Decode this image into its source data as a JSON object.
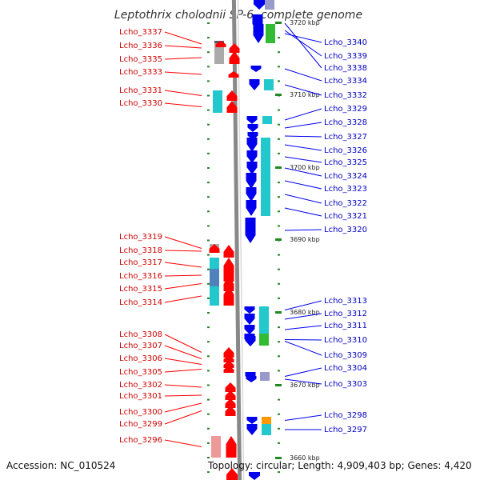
{
  "title": "Leptothrix cholodnii SP-6, complete genome",
  "footer": {
    "accession": "Accession: NC_010524",
    "summary": "Topology: circular; Length: 4,909,403 bp; Genes: 4,420"
  },
  "colors": {
    "reverse_strand": "#ff0000",
    "forward_strand": "#0000ee",
    "label_reverse": "#cc0000",
    "label_forward": "#0000bb",
    "backbone": "#888888",
    "tick": "#228822",
    "cog_cyan": "#22c8cc",
    "cog_steel": "#4f81bd",
    "cog_green": "#33bb33",
    "cog_gray": "#aaaaaa",
    "cog_dark": "#555566",
    "cog_orange": "#ff9900",
    "cog_lavender": "#9999cc",
    "cog_pink": "#ee9999"
  },
  "scale_labels": [
    {
      "text": "3720 kbp",
      "kbp": 3720
    },
    {
      "text": "3710 kbp",
      "kbp": 3710
    },
    {
      "text": "3700 kbp",
      "kbp": 3700
    },
    {
      "text": "3690 kbp",
      "kbp": 3690
    },
    {
      "text": "3680 kbp",
      "kbp": 3680
    },
    {
      "text": "3670 kbp",
      "kbp": 3670
    },
    {
      "text": "3660 kbp",
      "kbp": 3660
    }
  ],
  "genes_reverse": [
    {
      "name": "Lcho_3337",
      "cog": "cog_dark"
    },
    {
      "name": "Lcho_3336",
      "cog": "cog_gray"
    },
    {
      "name": "Lcho_3335",
      "cog": "cog_gray"
    },
    {
      "name": "Lcho_3333",
      "cog": ""
    },
    {
      "name": "Lcho_3331",
      "cog": "cog_cyan"
    },
    {
      "name": "Lcho_3330",
      "cog": "cog_cyan"
    },
    {
      "name": "Lcho_3319",
      "cog": "cog_gray"
    },
    {
      "name": "Lcho_3318",
      "cog": ""
    },
    {
      "name": "Lcho_3317",
      "cog": "cog_cyan"
    },
    {
      "name": "Lcho_3316",
      "cog": "cog_steel"
    },
    {
      "name": "Lcho_3315",
      "cog": "cog_steel"
    },
    {
      "name": "Lcho_3314",
      "cog": "cog_cyan"
    },
    {
      "name": "Lcho_3308",
      "cog": ""
    },
    {
      "name": "Lcho_3307",
      "cog": ""
    },
    {
      "name": "Lcho_3306",
      "cog": ""
    },
    {
      "name": "Lcho_3305",
      "cog": ""
    },
    {
      "name": "Lcho_3302",
      "cog": ""
    },
    {
      "name": "Lcho_3301",
      "cog": ""
    },
    {
      "name": "Lcho_3300",
      "cog": ""
    },
    {
      "name": "Lcho_3299",
      "cog": ""
    },
    {
      "name": "Lcho_3296",
      "cog": "cog_pink"
    }
  ],
  "genes_forward": [
    {
      "name": "Lcho_3340",
      "cog": "cog_green"
    },
    {
      "name": "Lcho_3339",
      "cog": ""
    },
    {
      "name": "Lcho_3338",
      "cog": ""
    },
    {
      "name": "Lcho_3334",
      "cog": ""
    },
    {
      "name": "Lcho_3332",
      "cog": "cog_cyan"
    },
    {
      "name": "Lcho_3329",
      "cog": "cog_cyan"
    },
    {
      "name": "Lcho_3328",
      "cog": ""
    },
    {
      "name": "Lcho_3327",
      "cog": ""
    },
    {
      "name": "Lcho_3326",
      "cog": "cog_cyan"
    },
    {
      "name": "Lcho_3325",
      "cog": "cog_cyan"
    },
    {
      "name": "Lcho_3324",
      "cog": "cog_cyan"
    },
    {
      "name": "Lcho_3323",
      "cog": "cog_cyan"
    },
    {
      "name": "Lcho_3322",
      "cog": "cog_cyan"
    },
    {
      "name": "Lcho_3321",
      "cog": "cog_cyan"
    },
    {
      "name": "Lcho_3320",
      "cog": ""
    },
    {
      "name": "Lcho_3313",
      "cog": "cog_cyan"
    },
    {
      "name": "Lcho_3312",
      "cog": "cog_cyan"
    },
    {
      "name": "Lcho_3311",
      "cog": "cog_cyan"
    },
    {
      "name": "Lcho_3310",
      "cog": "cog_green"
    },
    {
      "name": "Lcho_3309",
      "cog": ""
    },
    {
      "name": "Lcho_3304",
      "cog": "cog_lavender"
    },
    {
      "name": "Lcho_3303",
      "cog": ""
    },
    {
      "name": "Lcho_3298",
      "cog": "cog_orange"
    },
    {
      "name": "Lcho_3297",
      "cog": "cog_cyan"
    }
  ]
}
